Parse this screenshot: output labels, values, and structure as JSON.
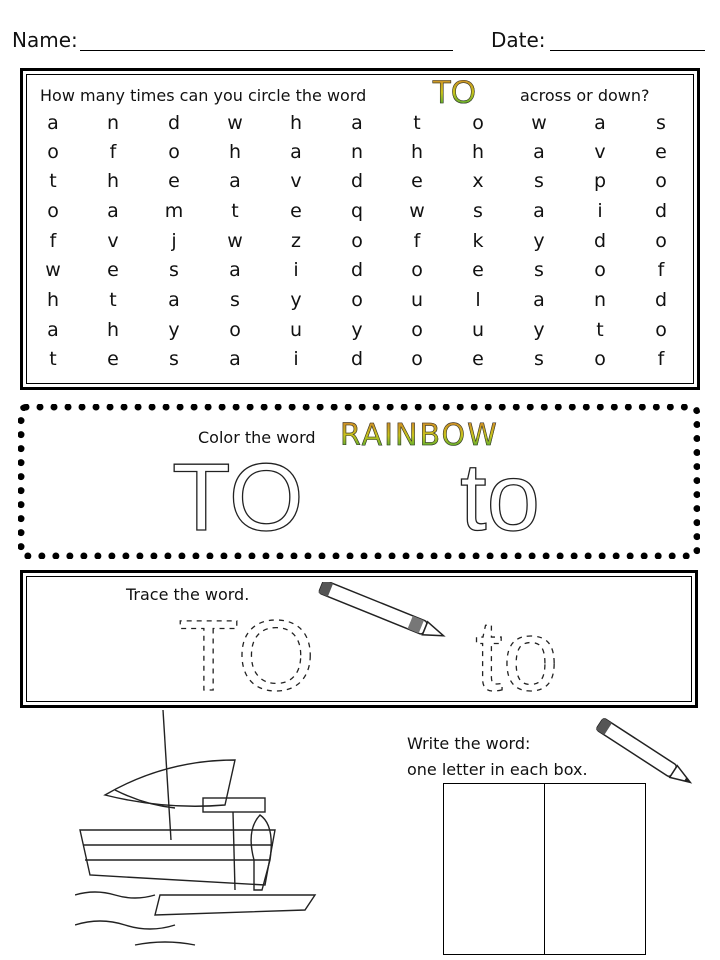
{
  "header": {
    "name_label": "Name:",
    "date_label": "Date:"
  },
  "search": {
    "prompt_before": "How many times can you circle the word",
    "target_word": "TO",
    "prompt_after": "across or down?",
    "grid": [
      [
        "a",
        "n",
        "d",
        "w",
        "h",
        "a",
        "t",
        "o",
        "w",
        "a",
        "s"
      ],
      [
        "o",
        "f",
        "o",
        "h",
        "a",
        "n",
        "h",
        "h",
        "a",
        "v",
        "e"
      ],
      [
        "t",
        "h",
        "e",
        "a",
        "v",
        "d",
        "e",
        "x",
        "s",
        "p",
        "o"
      ],
      [
        "o",
        "a",
        "m",
        "t",
        "e",
        "q",
        "w",
        "s",
        "a",
        "i",
        "d"
      ],
      [
        "f",
        "v",
        "j",
        "w",
        "z",
        "o",
        "f",
        "k",
        "y",
        "d",
        "o"
      ],
      [
        "w",
        "e",
        "s",
        "a",
        "i",
        "d",
        "o",
        "e",
        "s",
        "o",
        "f"
      ],
      [
        "h",
        "t",
        "a",
        "s",
        "y",
        "o",
        "u",
        "l",
        "a",
        "n",
        "d"
      ],
      [
        "a",
        "h",
        "y",
        "o",
        "u",
        "y",
        "o",
        "u",
        "y",
        "t",
        "o"
      ],
      [
        "t",
        "e",
        "s",
        "a",
        "i",
        "d",
        "o",
        "e",
        "s",
        "o",
        "f"
      ]
    ]
  },
  "color": {
    "prompt": "Color the word",
    "rainbow_word": "RAINBOW",
    "upper": "TO",
    "lower": "to"
  },
  "trace": {
    "prompt": "Trace the word.",
    "upper": "TO",
    "lower": "to"
  },
  "write": {
    "line1": "Write the word:",
    "line2": "one letter in each box."
  },
  "colors": {
    "gradient_top": "#d07a2a",
    "gradient_mid": "#c8c41a",
    "gradient_bottom": "#1ea03a"
  }
}
